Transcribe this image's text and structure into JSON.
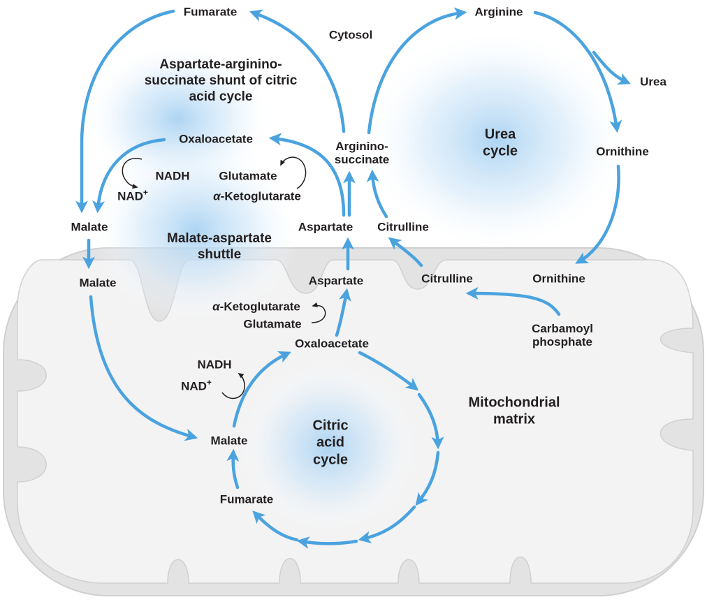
{
  "colors": {
    "arrow": "#4aa3df",
    "membrane": "#e3e3e4",
    "membrane_edge": "#c9c9cb",
    "glow": "#a9d2f2",
    "text": "#231f20"
  },
  "compartments": {
    "cytosol": "Cytosol",
    "matrix": "Mitochondrial matrix"
  },
  "pathways": {
    "shunt": "Aspartate-arginino-succinate shunt of citric acid cycle",
    "shuttle": "Malate-aspartate shuttle",
    "urea_cycle": "Urea cycle",
    "citric_cycle": "Citric acid cycle"
  },
  "metabolites": {
    "fumarate_top": "Fumarate",
    "arginine": "Arginine",
    "urea": "Urea",
    "ornithine_cyt": "Ornithine",
    "argininosuccinate": "Arginino-succinate",
    "oxaloacetate_cyt": "Oxaloacetate",
    "nadh_cyt": "NADH",
    "nad_cyt": "NAD",
    "glutamate_cyt": "Glutamate",
    "akg_cyt_greek": "α",
    "akg_cyt": "-Ketoglutarate",
    "malate_cyt": "Malate",
    "aspartate_cyt": "Aspartate",
    "citrulline_cyt": "Citrulline",
    "malate_mito": "Malate",
    "aspartate_mito": "Aspartate",
    "citrulline_mito": "Citrulline",
    "ornithine_mito": "Ornithine",
    "akg_mito_greek": "α",
    "akg_mito": "-Ketoglutarate",
    "glutamate_mito": "Glutamate",
    "oxaloacetate_mito": "Oxaloacetate",
    "carbamoyl_phosphate": "Carbamoyl phosphate",
    "nadh_mito": "NADH",
    "nad_mito": "NAD",
    "malate_cycle": "Malate",
    "fumarate_cycle": "Fumarate"
  },
  "symbols": {
    "plus": "+"
  }
}
